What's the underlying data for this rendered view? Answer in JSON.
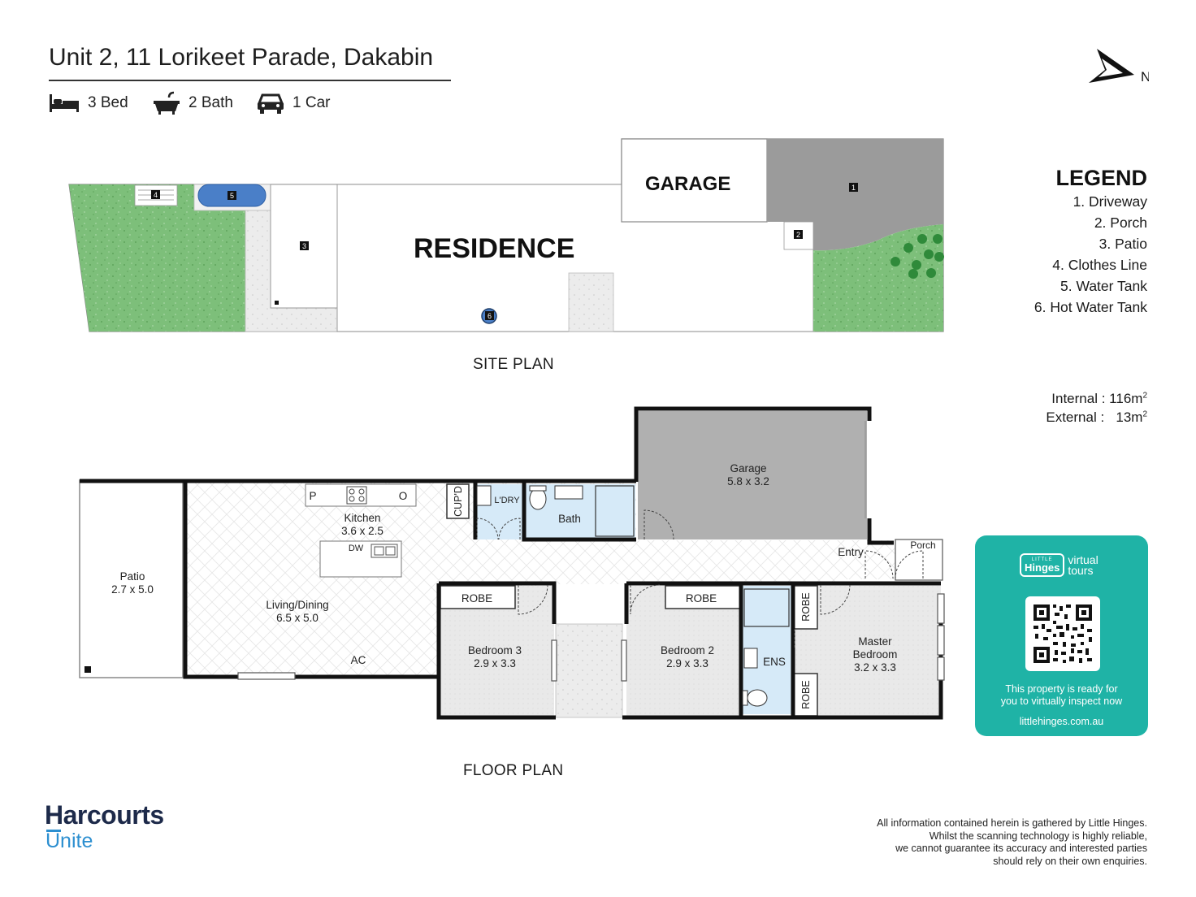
{
  "header": {
    "title": "Unit 2, 11 Lorikeet Parade, Dakabin",
    "stats": [
      {
        "icon": "bed-icon",
        "label": "3 Bed"
      },
      {
        "icon": "bath-icon",
        "label": "2 Bath"
      },
      {
        "icon": "car-icon",
        "label": "1 Car"
      }
    ]
  },
  "north": {
    "label": "N"
  },
  "site_plan": {
    "caption": "SITE PLAN",
    "garage_label": "GARAGE",
    "residence_label": "RESIDENCE",
    "markers": [
      "1",
      "2",
      "3",
      "4",
      "5",
      "6"
    ]
  },
  "legend": {
    "title": "LEGEND",
    "items": [
      "1. Driveway",
      "2. Porch",
      "3. Patio",
      "4. Clothes Line",
      "5. Water Tank",
      "6. Hot Water Tank"
    ]
  },
  "areas": {
    "internal": {
      "label": "Internal  :",
      "value": "116m",
      "sup": "2"
    },
    "external": {
      "label": "External :",
      "value": "13m",
      "sup": "2"
    }
  },
  "floor_plan": {
    "caption": "FLOOR PLAN",
    "rooms": {
      "garage": {
        "name": "Garage",
        "dims": "5.8 x 3.2"
      },
      "patio": {
        "name": "Patio",
        "dims": "2.7 x 5.0"
      },
      "kitchen": {
        "name": "Kitchen",
        "dims": "3.6 x 2.5"
      },
      "living": {
        "name": "Living/Dining",
        "dims": "6.5 x 5.0"
      },
      "bed3": {
        "name": "Bedroom 3",
        "dims": "2.9 x 3.3"
      },
      "bed2": {
        "name": "Bedroom 2",
        "dims": "2.9 x 3.3"
      },
      "master_line1": "Master",
      "master_line2": "Bedroom",
      "master_dims": "3.2 x 3.3"
    },
    "labels": {
      "bath": "Bath",
      "laundry": "L'DRY",
      "cupboard": "CUP'D",
      "pantry": "P",
      "oven": "O",
      "dishwasher": "DW",
      "ac": "AC",
      "entry": "Entry",
      "porch": "Porch",
      "robe": "ROBE",
      "ensuite": "ENS"
    }
  },
  "virtual_tour": {
    "brand_small": "LITTLE",
    "brand": "Hinges",
    "product_line1": "virtual",
    "product_line2": "tours",
    "message_line1": "This property is ready for",
    "message_line2": "you to virtually inspect now",
    "url": "littlehinges.com.au"
  },
  "agency": {
    "name": "Harcourts",
    "sub": "Unite"
  },
  "disclaimer": {
    "line1": "All information contained herein is gathered by Little Hinges.",
    "line2": "Whilst the scanning technology is highly reliable,",
    "line3": "we cannot guarantee its accuracy and interested parties",
    "line4": "should rely on their own enquiries."
  },
  "colors": {
    "lawn": "#7dbf7a",
    "driveway": "#9b9b9b",
    "garage_floor": "#b0b0b0",
    "wet_area": "#d6eaf8",
    "teal": "#1fb3a6",
    "brand_navy": "#1d2a4a",
    "brand_blue": "#2c8fd0"
  }
}
